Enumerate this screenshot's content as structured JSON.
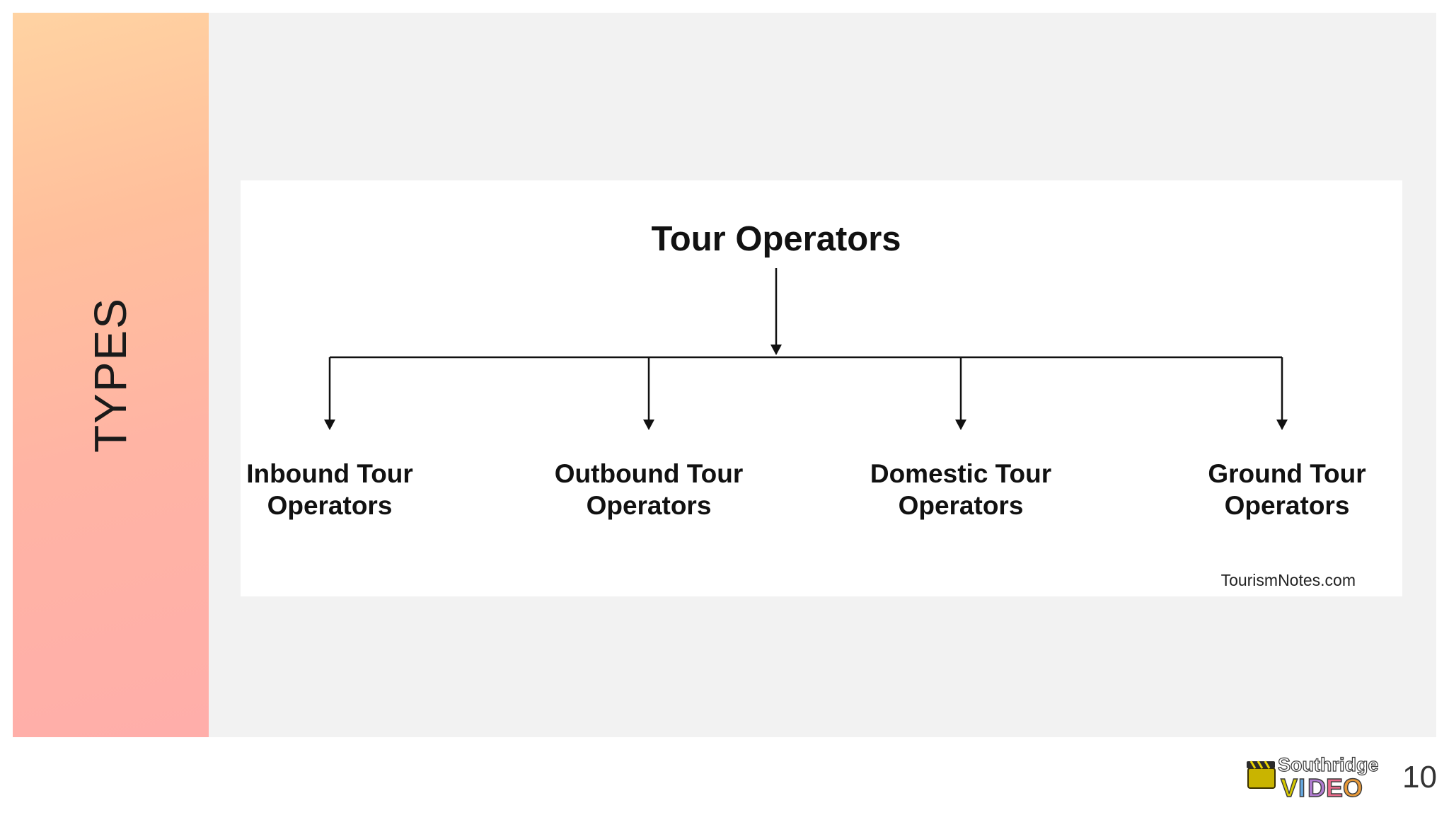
{
  "slide": {
    "side_title": "TYPES",
    "page_number": "10",
    "logo_text": "Southridge VIDEO"
  },
  "diagram": {
    "root": "Tour Operators",
    "children": [
      {
        "line1": "Inbound Tour",
        "line2": "Operators"
      },
      {
        "line1": "Outbound Tour",
        "line2": "Operators"
      },
      {
        "line1": "Domestic Tour",
        "line2": "Operators"
      },
      {
        "line1": "Ground Tour",
        "line2": "Operators"
      }
    ],
    "source": "TourismNotes.com"
  }
}
